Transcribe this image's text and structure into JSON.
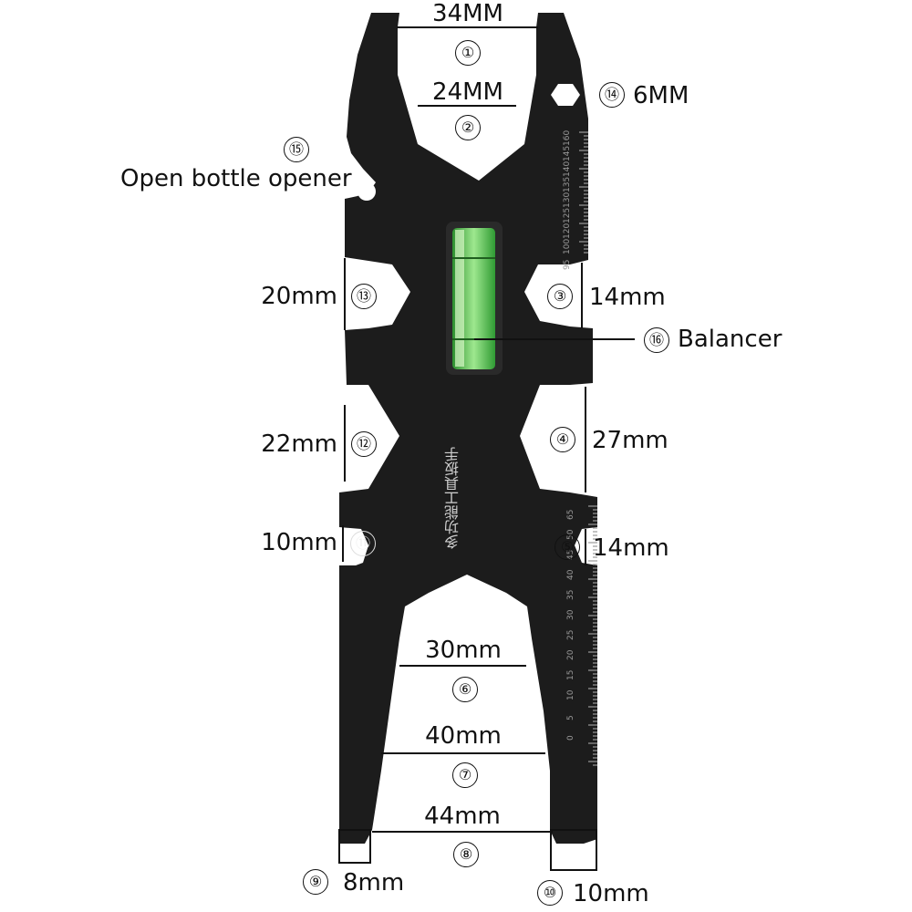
{
  "tool": {
    "body_color": "#1c1c1c",
    "vial_color": "#6fd06a",
    "engraving": "多功能工具扳手",
    "icons": [
      "wrench-body-icon",
      "spirit-level-vial-icon",
      "ruler-scale-icon"
    ]
  },
  "scale_ticks": [
    "160",
    "145",
    "140",
    "135",
    "130",
    "125",
    "120",
    "100",
    "95",
    "65",
    "50",
    "45",
    "40",
    "35",
    "30",
    "25",
    "20",
    "15",
    "10",
    "5",
    "0"
  ],
  "callouts": [
    {
      "n": "①",
      "text": "34MM"
    },
    {
      "n": "②",
      "text": "24MM"
    },
    {
      "n": "③",
      "text": "14mm"
    },
    {
      "n": "④",
      "text": "27mm"
    },
    {
      "n": "⑤",
      "text": "14mm"
    },
    {
      "n": "⑥",
      "text": "30mm"
    },
    {
      "n": "⑦",
      "text": "40mm"
    },
    {
      "n": "⑧",
      "text": "44mm"
    },
    {
      "n": "⑨",
      "text": "8mm"
    },
    {
      "n": "⑩",
      "text": "10mm"
    },
    {
      "n": "⑪",
      "text": "10mm"
    },
    {
      "n": "⑫",
      "text": "22mm"
    },
    {
      "n": "⑬",
      "text": "20mm"
    },
    {
      "n": "⑭",
      "text": "6MM"
    },
    {
      "n": "⑮",
      "text": "Open bottle opener"
    },
    {
      "n": "⑯",
      "text": "Balancer"
    }
  ]
}
